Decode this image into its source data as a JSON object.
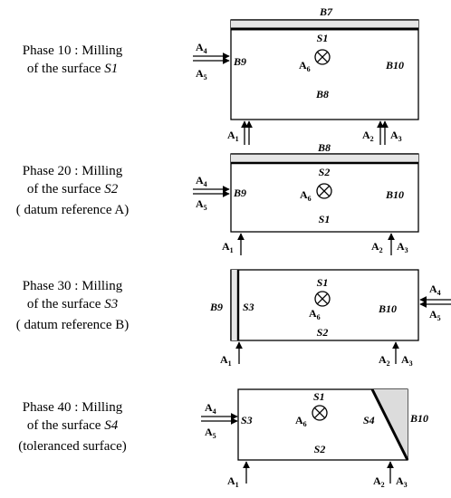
{
  "phases": [
    {
      "title": "Phase 10 : Milling",
      "line2_prefix": "of the surface ",
      "surface": "S1",
      "note": "",
      "labels": {
        "top": "B7",
        "bottom": "B8",
        "left": "B9",
        "right": "B10",
        "center": "S1"
      },
      "arrows": {
        "left_a": "A4",
        "left_b": "A5",
        "center": "A6",
        "bottom_left": "A1",
        "bottom_right_a": "A2",
        "bottom_right_b": "A3"
      }
    },
    {
      "title": "Phase 20 : Milling",
      "line2_prefix": "of the surface ",
      "surface": "S2",
      "note": "( datum reference A)",
      "labels": {
        "top": "B8",
        "bottom": "S1",
        "left": "B9",
        "right": "B10",
        "center": "S2"
      },
      "arrows": {
        "left_a": "A4",
        "left_b": "A5",
        "center": "A6",
        "bottom_left": "A1",
        "bottom_right_a": "A2",
        "bottom_right_b": "A3"
      }
    },
    {
      "title": "Phase 30 : Milling",
      "line2_prefix": "of the surface ",
      "surface": "S3",
      "note": "( datum reference B)",
      "labels": {
        "outside_left": "B9",
        "inner_left": "S3",
        "bottom": "S2",
        "right": "B10",
        "center": "S1"
      },
      "arrows": {
        "right_a": "A4",
        "right_b": "A5",
        "center": "A6",
        "bottom_left": "A1",
        "bottom_right_a": "A2",
        "bottom_right_b": "A3"
      }
    },
    {
      "title": "Phase 40 : Milling",
      "line2_prefix": "of the surface ",
      "surface": "S4",
      "note": "(toleranced surface)",
      "labels": {
        "left": "S3",
        "bottom": "S2",
        "right": "B10",
        "center": "S1",
        "chamfer": "S4"
      },
      "arrows": {
        "left_a": "A4",
        "left_b": "A5",
        "center": "A6",
        "bottom_left": "A1",
        "bottom_right_a": "A2",
        "bottom_right_b": "A3"
      }
    }
  ]
}
